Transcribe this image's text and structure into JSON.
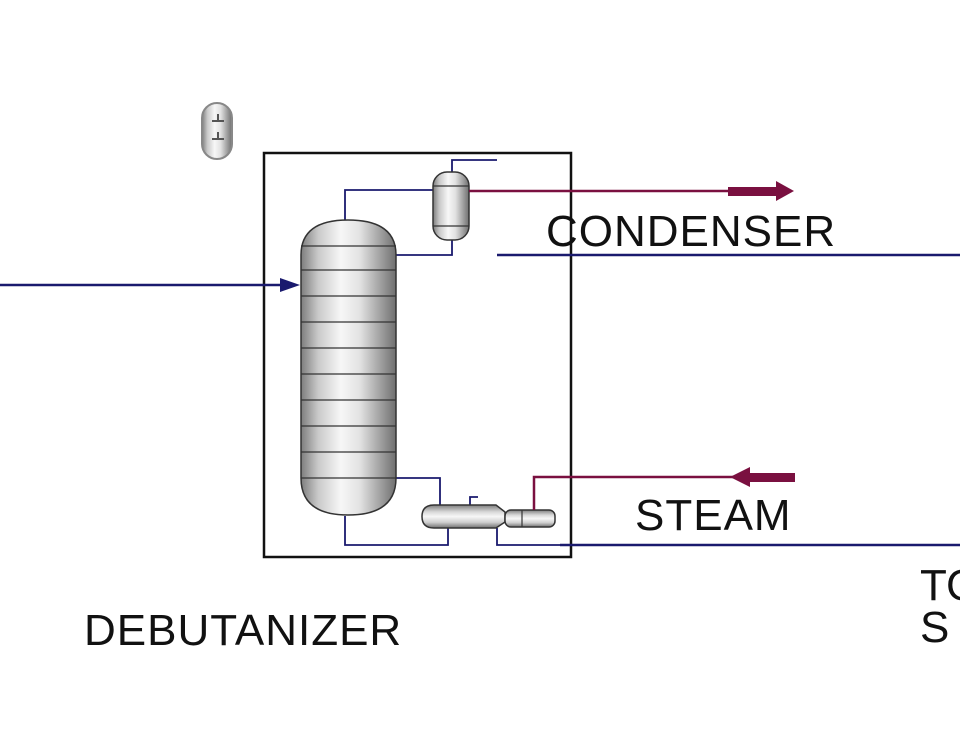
{
  "labels": {
    "condenser": "CONDENSER",
    "steam": "STEAM",
    "block": "DEBUTANIZER",
    "cut_line1": "TO",
    "cut_line2": "S"
  },
  "colors": {
    "process_stream": "#1a1a6e",
    "utility_stream": "#7a1040",
    "outline": "#111111",
    "vessel_light": "#f4f4f4",
    "vessel_dark": "#8c8c8c"
  },
  "icons": {
    "corner_badge": "rounded-toggle-icon",
    "column": "distillation-column-icon",
    "condenser": "condenser-drum-icon",
    "reboiler": "kettle-reboiler-icon"
  }
}
